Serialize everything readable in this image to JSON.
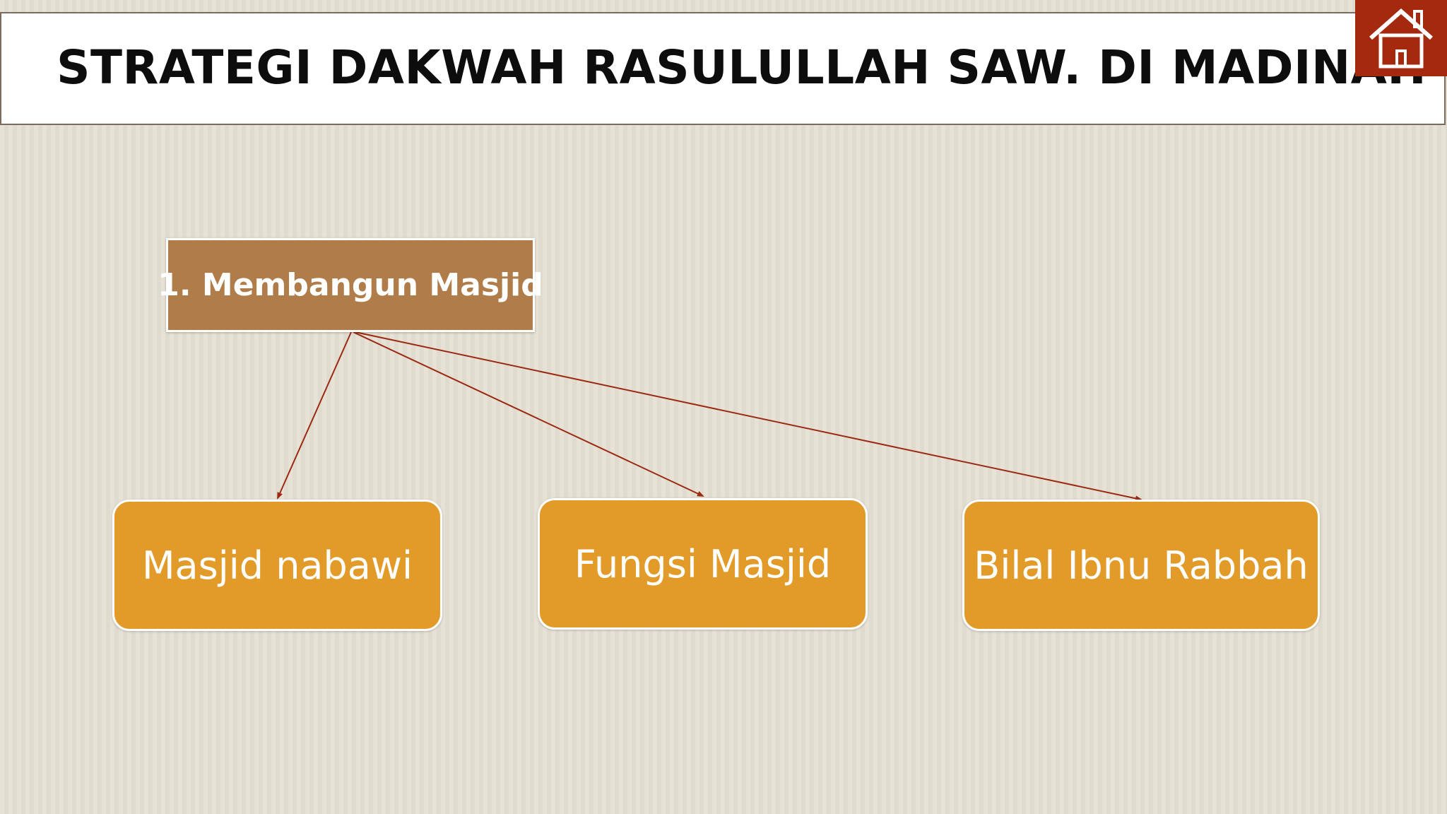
{
  "slide": {
    "title": "STRATEGI DAKWAH RASULULLAH SAW. DI MADINAH"
  },
  "home_button": {
    "icon": "home-icon"
  },
  "diagram": {
    "root": {
      "label": "1. Membangun Masjid"
    },
    "children": [
      {
        "label": "Masjid nabawi"
      },
      {
        "label": "Fungsi Masjid"
      },
      {
        "label": "Bilal Ibnu Rabbah"
      }
    ]
  },
  "colors": {
    "background": "#e4ded2",
    "root_box": "#b07c4a",
    "child_box": "#e29a28",
    "connector": "#9b2a12",
    "home_button": "#a5290f"
  }
}
